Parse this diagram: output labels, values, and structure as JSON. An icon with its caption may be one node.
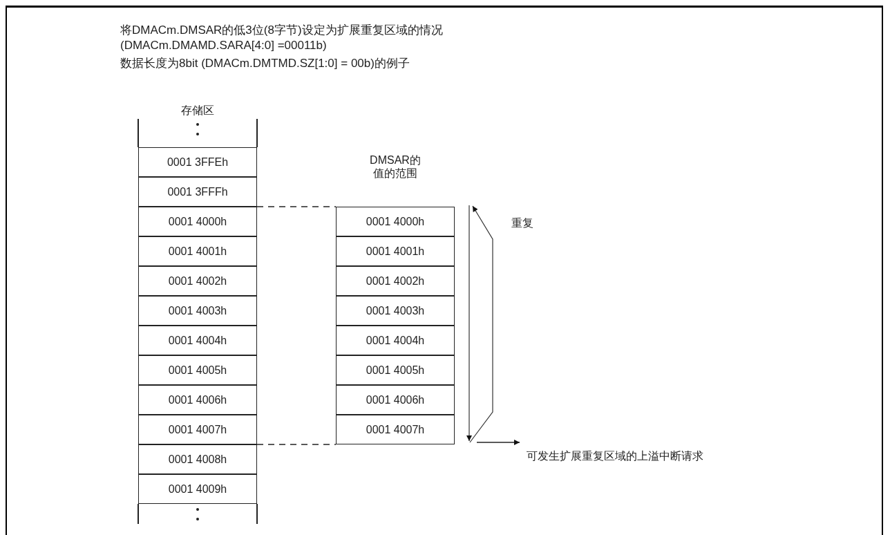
{
  "diagram": {
    "title": "将DMACm.DMSAR的低3位(8字节)设定为扩展重复区域的情况",
    "nodes": [
      {
        "text": [
          "存储区"
        ]
      },
      {
        "text": [
          "0001 3FFEh"
        ],
        "in": 0
      },
      {
        "text": [
          "0001 3FFFh"
        ],
        "in": 0
      },
      {
        "text": [
          "0001 4000h"
        ],
        "in": 0
      },
      {
        "text": [
          "0001 4001h"
        ],
        "in": 0
      },
      {
        "text": [
          "0001 4002h"
        ],
        "in": 0
      },
      {
        "text": [
          "0001 4003h"
        ],
        "in": 0
      },
      {
        "text": [
          "0001 4004h"
        ],
        "in": 0
      },
      {
        "text": [
          "0001 4005h"
        ],
        "in": 0
      },
      {
        "text": [
          "0001 4006h"
        ],
        "in": 0
      },
      {
        "text": [
          "0001 4007h"
        ],
        "in": 0
      },
      {
        "text": [
          "0001 4008h"
        ],
        "in": 0
      },
      {
        "text": [
          "0001 4009h"
        ],
        "in": 0
      },
      {
        "text": [
          "DMSAR的值的范围"
        ]
      },
      {
        "text": [
          "0001 4000h"
        ],
        "in": 13
      },
      {
        "text": [
          "0001 4001h"
        ],
        "in": 13
      },
      {
        "text": [
          "0001 4002h"
        ],
        "in": 13
      },
      {
        "text": [
          "0001 4003h"
        ],
        "in": 13
      },
      {
        "text": [
          "0001 4004h"
        ],
        "in": 13
      },
      {
        "text": [
          "0001 4005h"
        ],
        "in": 13
      },
      {
        "text": [
          "0001 4006h"
        ],
        "in": 13
      },
      {
        "text": [
          "0001 4007h"
        ],
        "in": 13
      },
      {
        "text": [
          "可发生扩展重复区域的上溢中断请求"
        ]
      }
    ],
    "edges": [
      {
        "from": 3,
        "to": 14,
        "arrow": "none",
        "style": "dashed"
      },
      {
        "from": 10,
        "to": 21,
        "arrow": "none",
        "style": "dashed"
      },
      {
        "from": null,
        "to": 22,
        "arrow": "to"
      }
    ],
    "labels": [
      "(DMACm.DMAMD.SARA[4:0] =00011b)",
      "数据长度为8bit (DMACm.DMTMD.SZ[1:0] = 00b)的例子",
      "重复"
    ]
  }
}
